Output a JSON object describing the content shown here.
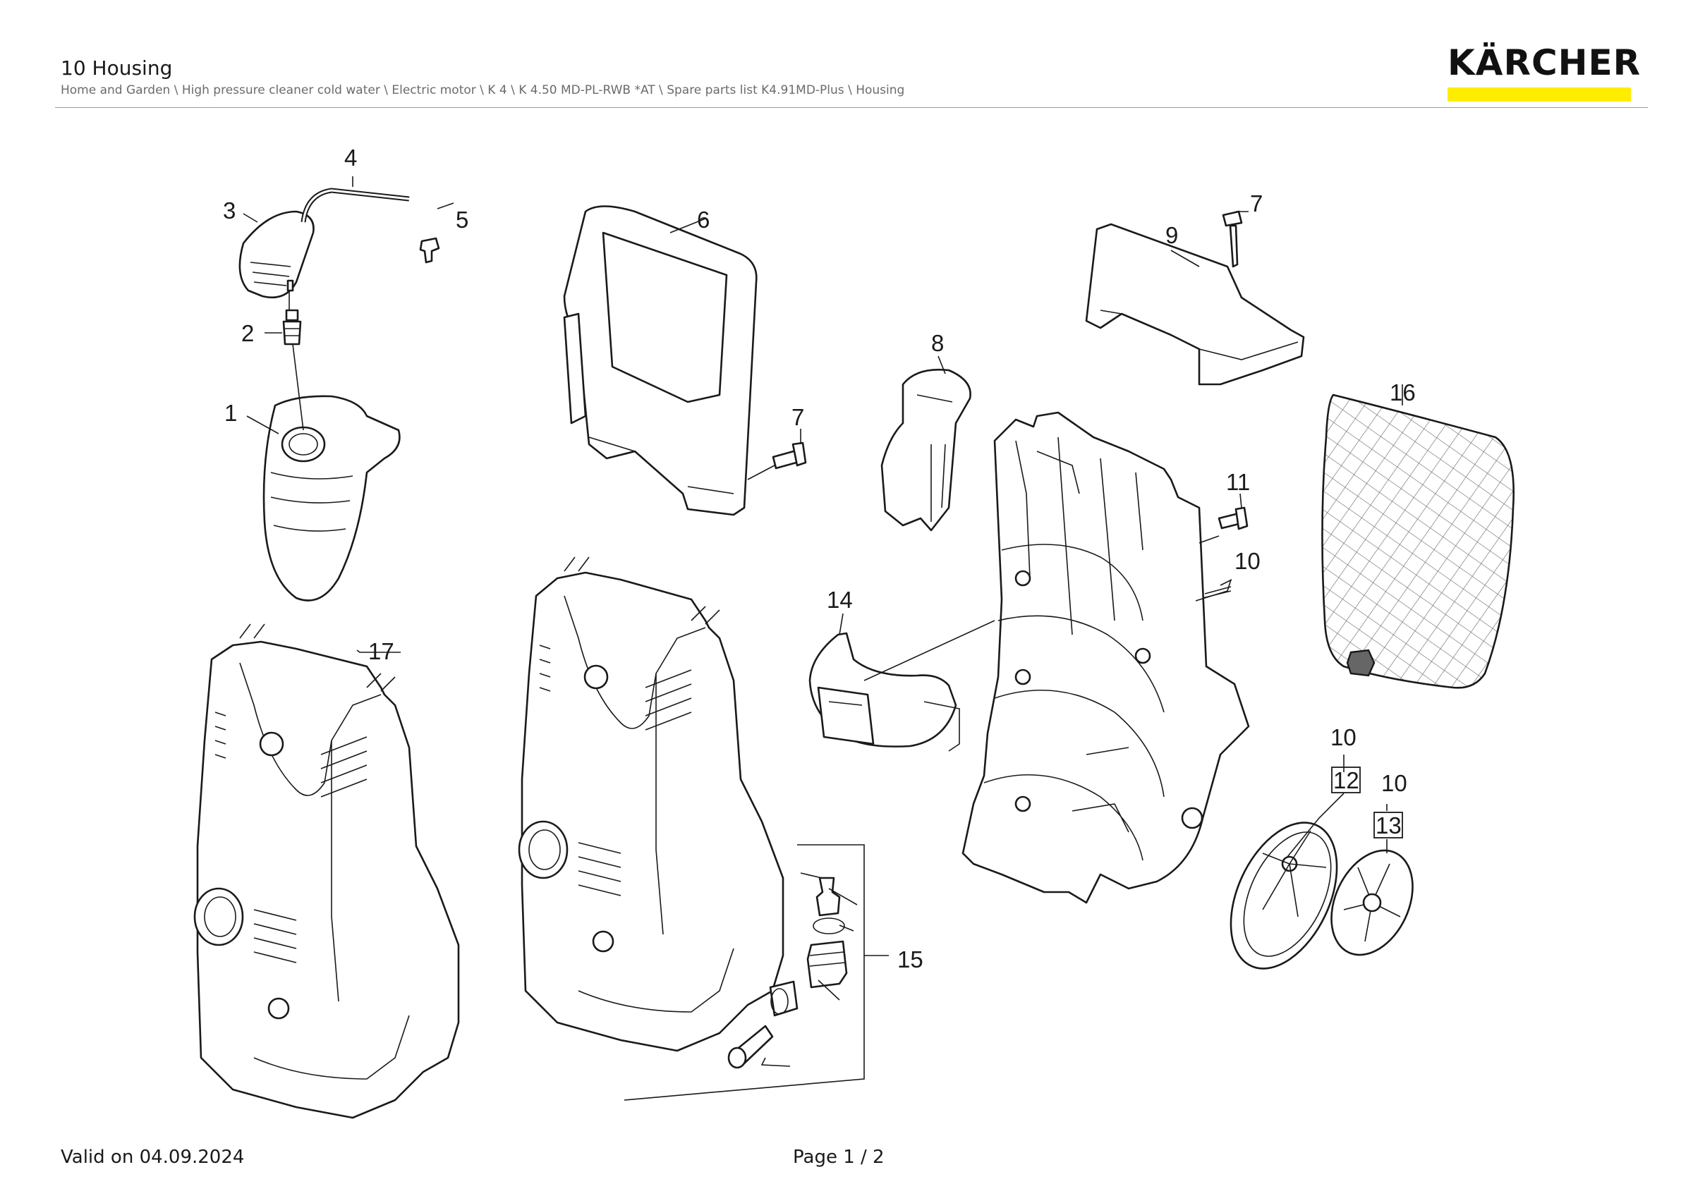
{
  "header": {
    "title": "10 Housing",
    "breadcrumb": "Home and Garden \\ High pressure cleaner cold water \\ Electric motor \\ K 4 \\ K 4.50 MD-PL-RWB *AT \\ Spare parts list K4.91MD-Plus \\ Housing"
  },
  "brand": {
    "name": "KÄRCHER",
    "accent_color": "#FFED00"
  },
  "footer": {
    "valid_on": "Valid on 04.09.2024",
    "page": "Page 1 / 2"
  },
  "callouts": {
    "c1": "1",
    "c2": "2",
    "c3": "3",
    "c4": "4",
    "c5": "5",
    "c6": "6",
    "c7a": "7",
    "c7b": "7",
    "c8": "8",
    "c9": "9",
    "c10a": "10",
    "c10b": "10",
    "c10c": "10",
    "c11": "11",
    "c12": "12",
    "c13": "13",
    "c14": "14",
    "c15": "15",
    "c16": "16",
    "c17": "17"
  }
}
